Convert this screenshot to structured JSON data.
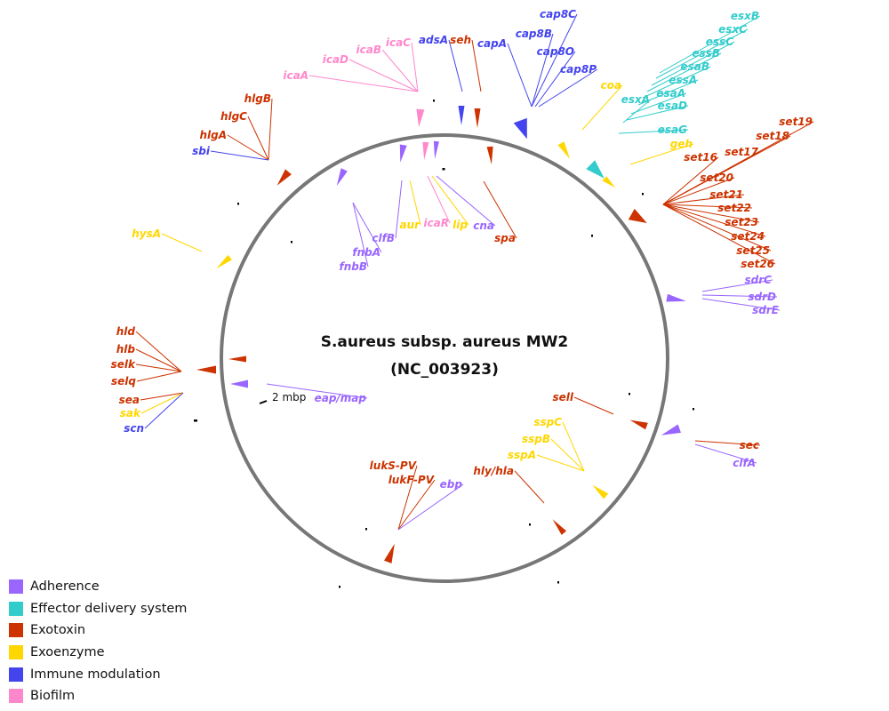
{
  "title": {
    "line1": "S.aureus subsp. aureus MW2",
    "line2": "(NC_003923)"
  },
  "scale_marker": "2 mbp",
  "colors": {
    "Adherence": "#9966ff",
    "Effector delivery system": "#33cccc",
    "Exotoxin": "#cc3300",
    "Exoenzyme": "#ffd700",
    "Immune modulation": "#4444ee",
    "Biofilm": "#ff88cc"
  },
  "legend": [
    {
      "label": "Adherence",
      "category": "Adherence"
    },
    {
      "label": "Effector delivery system",
      "category": "Effector delivery system"
    },
    {
      "label": "Exotoxin",
      "category": "Exotoxin"
    },
    {
      "label": "Exoenzyme",
      "category": "Exoenzyme"
    },
    {
      "label": "Immune modulation",
      "category": "Immune modulation"
    },
    {
      "label": "Biofilm",
      "category": "Biofilm"
    }
  ],
  "genes": [
    {
      "name": "esxB",
      "category": "Effector delivery system"
    },
    {
      "name": "esxC",
      "category": "Effector delivery system"
    },
    {
      "name": "essC",
      "category": "Effector delivery system"
    },
    {
      "name": "essB",
      "category": "Effector delivery system"
    },
    {
      "name": "esaB",
      "category": "Effector delivery system"
    },
    {
      "name": "essA",
      "category": "Effector delivery system"
    },
    {
      "name": "esxA",
      "category": "Effector delivery system"
    },
    {
      "name": "esaA",
      "category": "Effector delivery system"
    },
    {
      "name": "esaD",
      "category": "Effector delivery system"
    },
    {
      "name": "esaG",
      "category": "Effector delivery system"
    },
    {
      "name": "geh",
      "category": "Exoenzyme"
    },
    {
      "name": "coa",
      "category": "Exoenzyme"
    },
    {
      "name": "set19",
      "category": "Exotoxin"
    },
    {
      "name": "set18",
      "category": "Exotoxin"
    },
    {
      "name": "set17",
      "category": "Exotoxin"
    },
    {
      "name": "set16",
      "category": "Exotoxin"
    },
    {
      "name": "set20",
      "category": "Exotoxin"
    },
    {
      "name": "set21",
      "category": "Exotoxin"
    },
    {
      "name": "set22",
      "category": "Exotoxin"
    },
    {
      "name": "set23",
      "category": "Exotoxin"
    },
    {
      "name": "set24",
      "category": "Exotoxin"
    },
    {
      "name": "set25",
      "category": "Exotoxin"
    },
    {
      "name": "set26",
      "category": "Exotoxin"
    },
    {
      "name": "sdrC",
      "category": "Adherence"
    },
    {
      "name": "sdrD",
      "category": "Adherence"
    },
    {
      "name": "sdrE",
      "category": "Adherence"
    },
    {
      "name": "sec",
      "category": "Exotoxin"
    },
    {
      "name": "clfA",
      "category": "Adherence"
    },
    {
      "name": "sell",
      "category": "Exotoxin"
    },
    {
      "name": "sspC",
      "category": "Exoenzyme"
    },
    {
      "name": "sspB",
      "category": "Exoenzyme"
    },
    {
      "name": "sspA",
      "category": "Exoenzyme"
    },
    {
      "name": "hly/hla",
      "category": "Exotoxin"
    },
    {
      "name": "lukS-PV",
      "category": "Exotoxin"
    },
    {
      "name": "lukF-PV",
      "category": "Exotoxin"
    },
    {
      "name": "ebp",
      "category": "Adherence"
    },
    {
      "name": "eap/map",
      "category": "Adherence"
    },
    {
      "name": "hld",
      "category": "Exotoxin"
    },
    {
      "name": "hlb",
      "category": "Exotoxin"
    },
    {
      "name": "selk",
      "category": "Exotoxin"
    },
    {
      "name": "selq",
      "category": "Exotoxin"
    },
    {
      "name": "sea",
      "category": "Exotoxin"
    },
    {
      "name": "sak",
      "category": "Exoenzyme"
    },
    {
      "name": "scn",
      "category": "Immune modulation"
    },
    {
      "name": "hysA",
      "category": "Exoenzyme"
    },
    {
      "name": "hlgB",
      "category": "Exotoxin"
    },
    {
      "name": "hlgC",
      "category": "Exotoxin"
    },
    {
      "name": "hlgA",
      "category": "Exotoxin"
    },
    {
      "name": "sbi",
      "category": "Immune modulation"
    },
    {
      "name": "icaA",
      "category": "Biofilm"
    },
    {
      "name": "icaD",
      "category": "Biofilm"
    },
    {
      "name": "icaB",
      "category": "Biofilm"
    },
    {
      "name": "icaC",
      "category": "Biofilm"
    },
    {
      "name": "adsA",
      "category": "Immune modulation"
    },
    {
      "name": "seh",
      "category": "Exotoxin"
    },
    {
      "name": "capA",
      "category": "Immune modulation"
    },
    {
      "name": "cap8B",
      "category": "Immune modulation"
    },
    {
      "name": "cap8C",
      "category": "Immune modulation"
    },
    {
      "name": "cap8O",
      "category": "Immune modulation"
    },
    {
      "name": "cap8P",
      "category": "Immune modulation"
    },
    {
      "name": "fnbB",
      "category": "Adherence"
    },
    {
      "name": "fnbA",
      "category": "Adherence"
    },
    {
      "name": "clfB",
      "category": "Adherence"
    },
    {
      "name": "aur",
      "category": "Exoenzyme"
    },
    {
      "name": "icaR",
      "category": "Biofilm"
    },
    {
      "name": "lip",
      "category": "Exoenzyme"
    },
    {
      "name": "cna",
      "category": "Adherence"
    },
    {
      "name": "spa",
      "category": "Exotoxin"
    }
  ]
}
